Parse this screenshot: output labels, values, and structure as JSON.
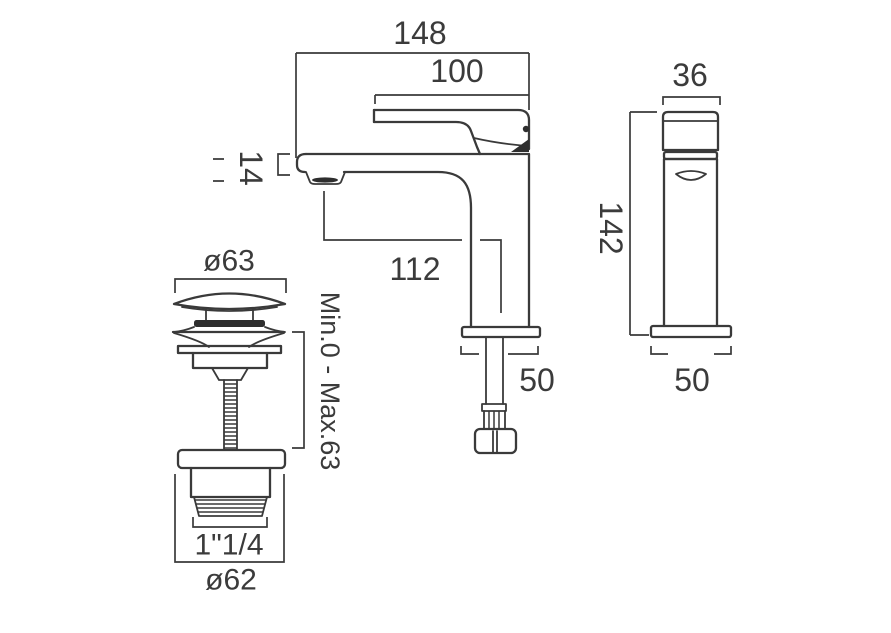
{
  "page": {
    "background": "#ffffff",
    "line_color": "#3a3a3a",
    "text_color": "#3b3b3b",
    "description": "Basin mixer tap technical dimension drawing with side view, front view and clicker waste assembly"
  },
  "views": {
    "side": {
      "overall_width": "148",
      "handle_length": "100",
      "spout_tip_height": "14",
      "spout_projection": "112",
      "base_width": "50"
    },
    "front": {
      "handle_width": "36",
      "total_height": "142",
      "base_width": "50"
    },
    "waste": {
      "cap_diameter": "ø63",
      "adjustment_range": "Min.0 - Max.63",
      "thread_size": "1\"1/4",
      "body_diameter": "ø62"
    }
  }
}
